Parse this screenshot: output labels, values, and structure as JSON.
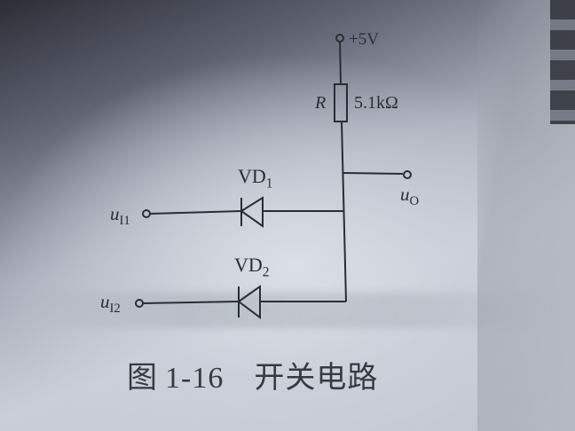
{
  "diagram": {
    "type": "circuit-schematic",
    "supply": {
      "label": "+5V"
    },
    "resistor": {
      "symbol": "R",
      "value": "5.1kΩ"
    },
    "output": {
      "label_base": "u",
      "label_sub": "O"
    },
    "inputs": [
      {
        "label_base": "u",
        "label_sub": "I1"
      },
      {
        "label_base": "u",
        "label_sub": "I2"
      }
    ],
    "diodes": [
      {
        "label_base": "VD",
        "label_sub": "1"
      },
      {
        "label_base": "VD",
        "label_sub": "2"
      }
    ],
    "caption": {
      "prefix": "图",
      "number": "1-16",
      "title": "开关电路"
    },
    "colors": {
      "ink": "#2b2d33",
      "paper": "#c9ced8"
    }
  }
}
